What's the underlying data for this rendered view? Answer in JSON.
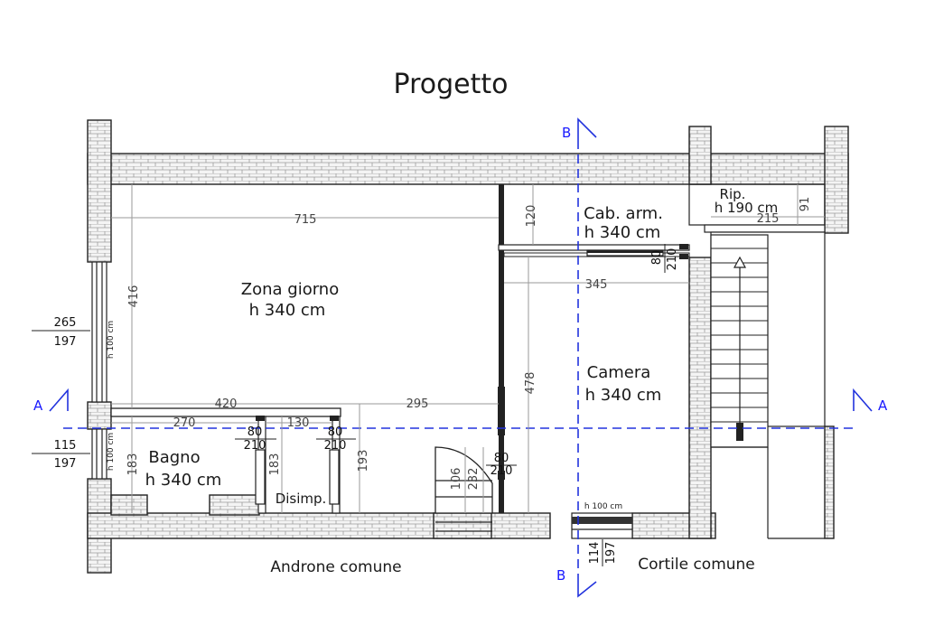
{
  "title": "Progetto",
  "rooms": {
    "zona_giorno": {
      "name": "Zona giorno",
      "height": "h 340 cm"
    },
    "camera": {
      "name": "Camera",
      "height": "h 340 cm"
    },
    "cab_arm": {
      "name": "Cab. arm.",
      "height": "h 340 cm"
    },
    "bagno": {
      "name": "Bagno",
      "height": "h 340 cm"
    },
    "ripostiglio": {
      "name": "Rip.",
      "height": "h 190 cm"
    },
    "disimpegno": {
      "name": "Disimp."
    }
  },
  "outside": {
    "androne": "Androne comune",
    "cortile": "Cortile comune"
  },
  "sections": {
    "b": "B",
    "a": "A"
  },
  "dimensions": {
    "d715": "715",
    "d416": "416",
    "d120": "120",
    "d345": "345",
    "d215": "215",
    "d91": "91",
    "d478": "478",
    "d420": "420",
    "d295": "295",
    "d270": "270",
    "d130": "130",
    "d183a": "183",
    "d183b": "183",
    "d193": "193",
    "d106": "106",
    "d232": "232"
  },
  "openings": {
    "win_left_top": {
      "w": "265",
      "h": "197"
    },
    "win_left_bottom": {
      "w": "115",
      "h": "197"
    },
    "win_bottom": {
      "w": "114",
      "h": "197"
    },
    "door_cab": {
      "w": "80",
      "h": "210"
    },
    "door_bagno": {
      "w": "80",
      "h": "210"
    },
    "door_disimp": {
      "w": "80",
      "h": "210"
    },
    "door_camera": {
      "w": "80",
      "h": "210"
    }
  },
  "sill_labels": {
    "left_top": "h 100 cm",
    "left_bottom": "h 100 cm",
    "bottom": "h 100 cm"
  }
}
